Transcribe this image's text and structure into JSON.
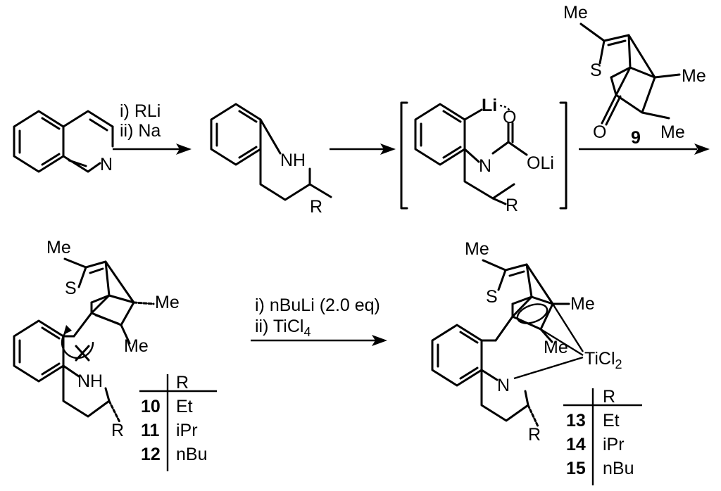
{
  "step1": {
    "reagent_1": "i) RLi",
    "reagent_2": "ii) Na"
  },
  "thq": {
    "nh": "NH",
    "r": "R"
  },
  "intermediate": {
    "li": "Li",
    "o": "O",
    "n": "N",
    "oli": "OLi",
    "r": "R"
  },
  "quinoline": {
    "n": "N"
  },
  "compound9": {
    "number": "9",
    "me_top": "Me",
    "s": "S",
    "me_right": "Me",
    "me_bottom": "Me",
    "o": "O"
  },
  "step2": {
    "reagent_1": "i) nBuLi (2.0 eq)",
    "reagent_2": "ii) TiCl",
    "reagent_2_sub": "4"
  },
  "ligand": {
    "me_top": "Me",
    "s": "S",
    "me_right": "Me",
    "me_bottom": "Me",
    "nh": "NH",
    "r": "R",
    "table": {
      "header": "R",
      "rows": [
        {
          "id": "10",
          "r": "Et"
        },
        {
          "id": "11",
          "r": "iPr"
        },
        {
          "id": "12",
          "r": "nBu"
        }
      ]
    }
  },
  "complex": {
    "me_top": "Me",
    "s": "S",
    "me_right": "Me",
    "me_bottom": "Me",
    "n": "N",
    "r": "R",
    "ti": "TiCl",
    "ti_sub": "2",
    "table": {
      "header": "R",
      "rows": [
        {
          "id": "13",
          "r": "Et"
        },
        {
          "id": "14",
          "r": "iPr"
        },
        {
          "id": "15",
          "r": "nBu"
        }
      ]
    }
  }
}
